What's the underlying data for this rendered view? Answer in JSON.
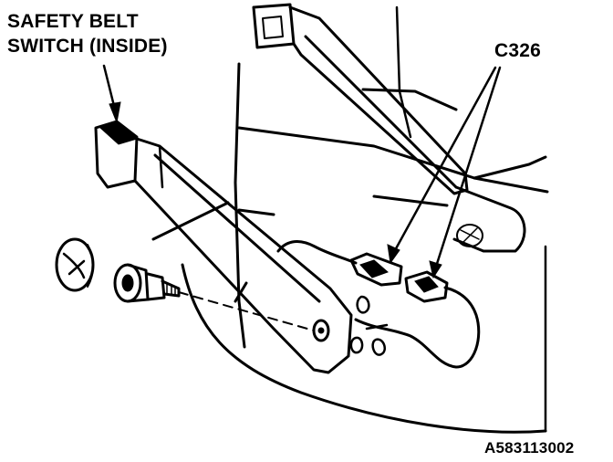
{
  "callouts": {
    "safety_belt_switch_line1": "SAFETY BELT",
    "safety_belt_switch_line2": "SWITCH (INSIDE)",
    "connector": "C326"
  },
  "figure_id": "A583113002",
  "colors": {
    "ink": "#000000",
    "paper": "#ffffff"
  }
}
